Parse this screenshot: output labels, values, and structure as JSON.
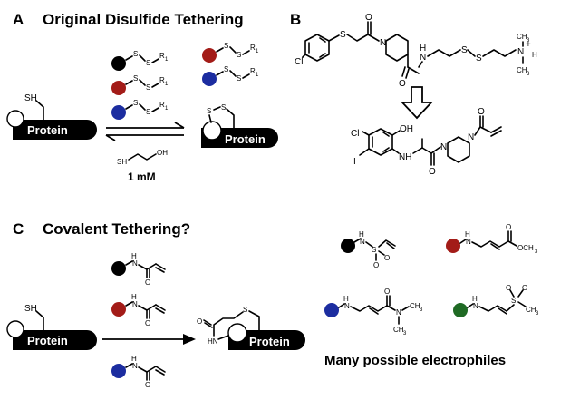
{
  "panel_a": {
    "letter": "A",
    "title": "Original Disulfide Tethering",
    "protein_label": "Protein",
    "thiol_label": "SH",
    "disulfide_atom": "S",
    "r_group": "R",
    "r_subscript": "1",
    "reductant_sh": "SH",
    "reductant_oh": "OH",
    "concentration": "1 mM"
  },
  "panel_b": {
    "letter": "B",
    "cl_label": "Cl",
    "i_label": "I",
    "oh_label": "OH",
    "s_label": "S",
    "n_label": "N",
    "nh_label": "NH",
    "h_label": "H",
    "o_label": "O",
    "ch3_label": "CH",
    "ch3_sub": "3",
    "charge": "+"
  },
  "panel_c": {
    "letter": "C",
    "title": "Covalent Tethering?",
    "protein_label": "Protein",
    "thiol_label": "SH",
    "nh_label": "H",
    "hn_label": "HN",
    "footer": "Many possible electrophiles",
    "me_label": "OCH",
    "me_sub": "3",
    "ch3_label": "CH",
    "ch3_sub": "3"
  },
  "colors": {
    "black": "#000000",
    "red": "#a31c18",
    "blue": "#1c2da0",
    "green": "#1f6a24",
    "white": "#ffffff"
  }
}
